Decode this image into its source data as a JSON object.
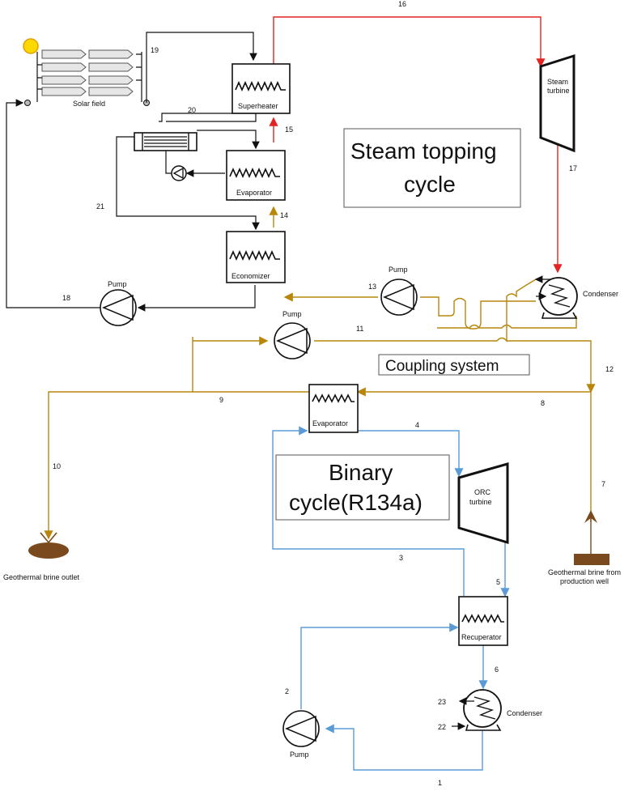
{
  "labels": {
    "solar_field": "Solar field",
    "superheater": "Superheater",
    "evaporator_top": "Evaporator",
    "economizer": "Economizer",
    "steam_turbine_1": "Steam",
    "steam_turbine_2": "turbine",
    "pump_top": "Pump",
    "pump_left": "Pump",
    "pump_mid": "Pump",
    "pump_bottom": "Pump",
    "condenser_top": "Condenser",
    "condenser_bottom": "Condenser",
    "evaporator_mid": "Evaporator",
    "orc_turbine_1": "ORC",
    "orc_turbine_2": "turbine",
    "recuperator": "Recuperator",
    "brine_outlet": "Geothermal brine outlet",
    "brine_from_1": "Geothermal brine from",
    "brine_from_2": "production well"
  },
  "titles": {
    "steam_topping_1": "Steam topping",
    "steam_topping_2": "cycle",
    "coupling": "Coupling system",
    "binary_1": "Binary",
    "binary_2": "cycle(R134a)"
  },
  "states": [
    "1",
    "2",
    "3",
    "4",
    "5",
    "6",
    "7",
    "8",
    "9",
    "10",
    "11",
    "12",
    "13",
    "14",
    "15",
    "16",
    "17",
    "18",
    "19",
    "20",
    "21",
    "22",
    "23"
  ],
  "colors": {
    "solar_loop": "#111111",
    "steam": "#e32222",
    "brine": "#b8860b",
    "refrigerant": "#5b9bd5",
    "ground": "#7a4a1e",
    "sun": "#ffd800"
  }
}
